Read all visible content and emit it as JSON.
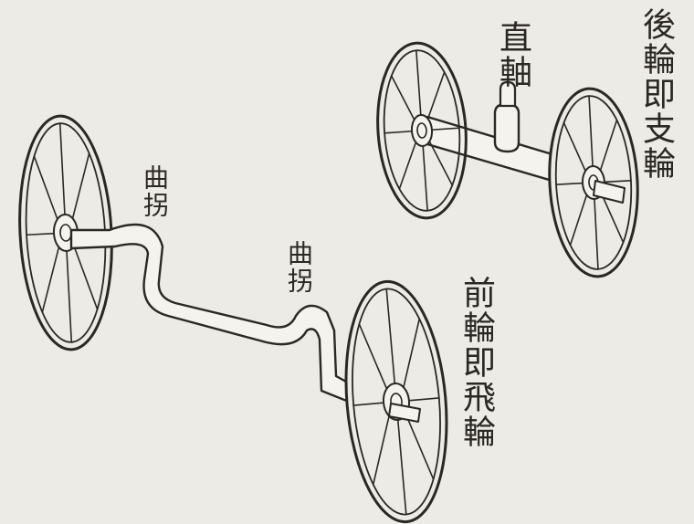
{
  "labels": {
    "rear_wheels": "後輪即支輪",
    "straight_axle": "直軸",
    "front_wheels": "前輪即飛輪",
    "crank_upper": "曲拐",
    "crank_lower": "曲拐"
  },
  "colors": {
    "paper": "#ecebe5",
    "ink": "#2a2724",
    "shaft_fill": "#f4f3ee"
  }
}
